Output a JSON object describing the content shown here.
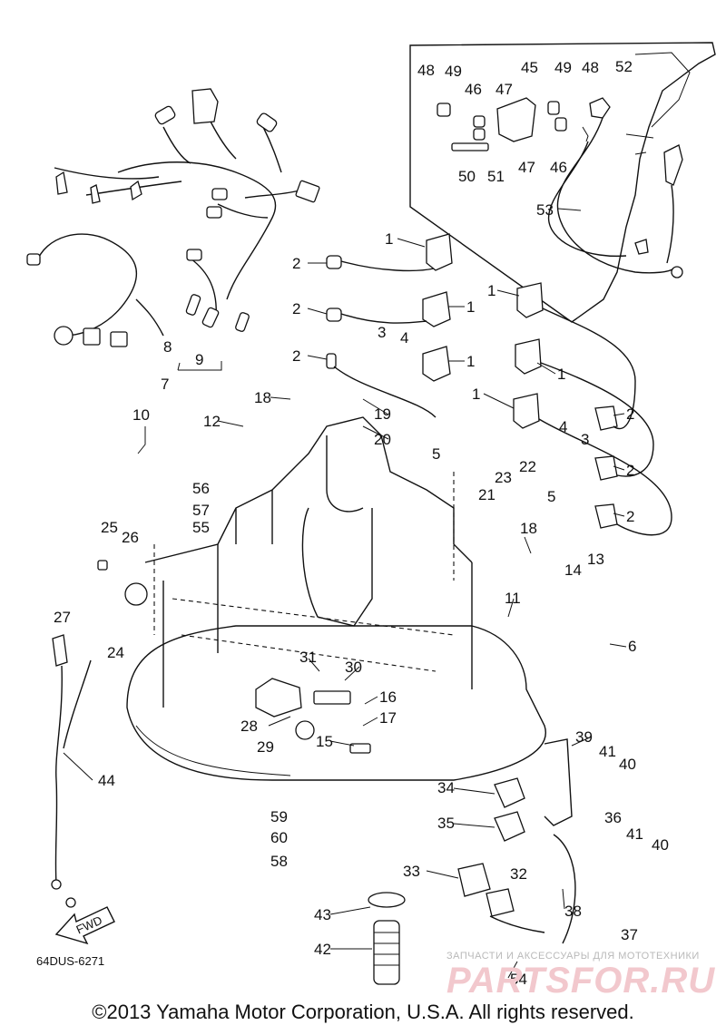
{
  "diagram_code": "64DUS-6271",
  "copyright": "©2013 Yamaha Motor Corporation, U.S.A. All rights reserved.",
  "fwd_label": "FWD",
  "watermark": {
    "tagline": "ЗАПЧАСТИ И АКСЕССУАРЫ ДЛЯ МОТОТЕХНИКИ",
    "brand": "PARTSFOR.RU"
  },
  "callouts": [
    "1",
    "2",
    "3",
    "4",
    "5",
    "6",
    "7",
    "8",
    "9",
    "10",
    "11",
    "12",
    "13",
    "14",
    "15",
    "16",
    "17",
    "18",
    "19",
    "20",
    "21",
    "22",
    "23",
    "24",
    "25",
    "26",
    "27",
    "28",
    "29",
    "30",
    "31",
    "32",
    "33",
    "34",
    "35",
    "36",
    "37",
    "38",
    "39",
    "40",
    "41",
    "42",
    "43",
    "44",
    "45",
    "46",
    "47",
    "48",
    "49",
    "50",
    "51",
    "52",
    "53",
    "54",
    "55",
    "56",
    "57",
    "58",
    "59",
    "60"
  ],
  "colors": {
    "ink": "#111111",
    "paper": "#ffffff",
    "watermark": "#e8a9b0"
  }
}
